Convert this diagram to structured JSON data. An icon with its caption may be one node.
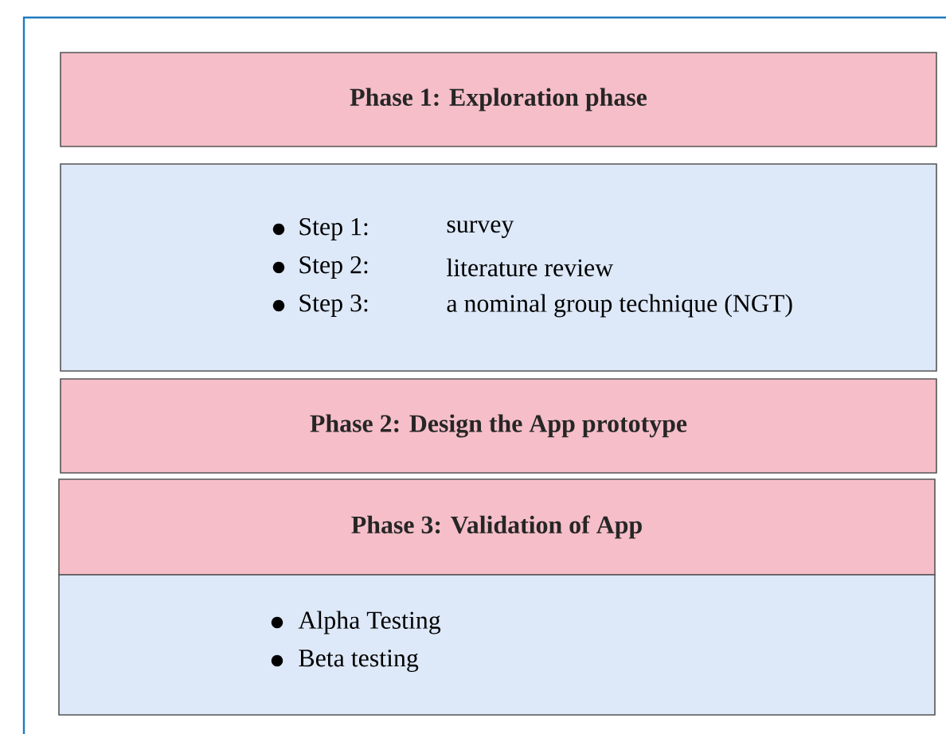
{
  "diagram": {
    "nodes": [
      {
        "text": [
          "Phase 1: Exploration phase"
        ]
      },
      {
        "text": [
          "Step 1:",
          "survey",
          "Step 2:",
          "literature review",
          "Step 3:",
          "a nominal group technique (NGT)"
        ]
      },
      {
        "text": [
          "Phase 2: Design the App prototype"
        ]
      },
      {
        "text": [
          "Phase 3: Validation of  App"
        ]
      },
      {
        "text": [
          "Alpha Testing",
          "Beta testing"
        ]
      }
    ]
  }
}
